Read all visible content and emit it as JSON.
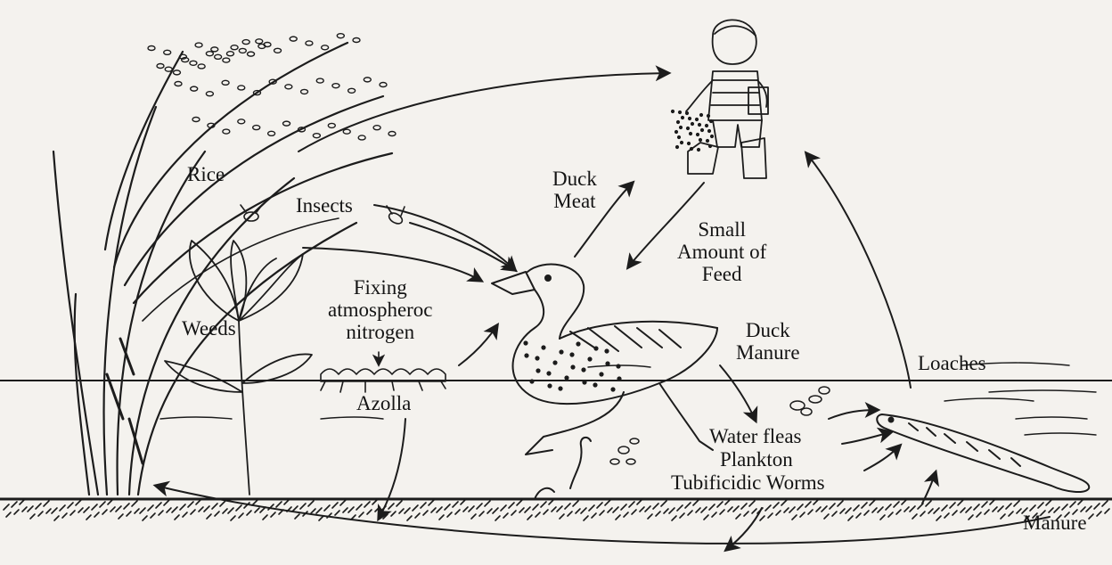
{
  "labels": {
    "rice": "Rice",
    "insects": "Insects",
    "weeds": "Weeds",
    "duck_meat": [
      "Duck",
      "Meat"
    ],
    "small_feed": [
      "Small",
      "Amount of",
      "Feed"
    ],
    "fixing": [
      "Fixing",
      "atmospheroc",
      "nitrogen"
    ],
    "azolla": "Azolla",
    "duck_manure": [
      "Duck",
      "Manure"
    ],
    "loaches": "Loaches",
    "water_fleas": "Water fleas",
    "plankton": "Plankton",
    "tubificidic": "Tubificidic Worms",
    "manure": "Manure"
  },
  "colors": {
    "ink": "#1c1c1c",
    "paper": "#f4f2ee"
  }
}
